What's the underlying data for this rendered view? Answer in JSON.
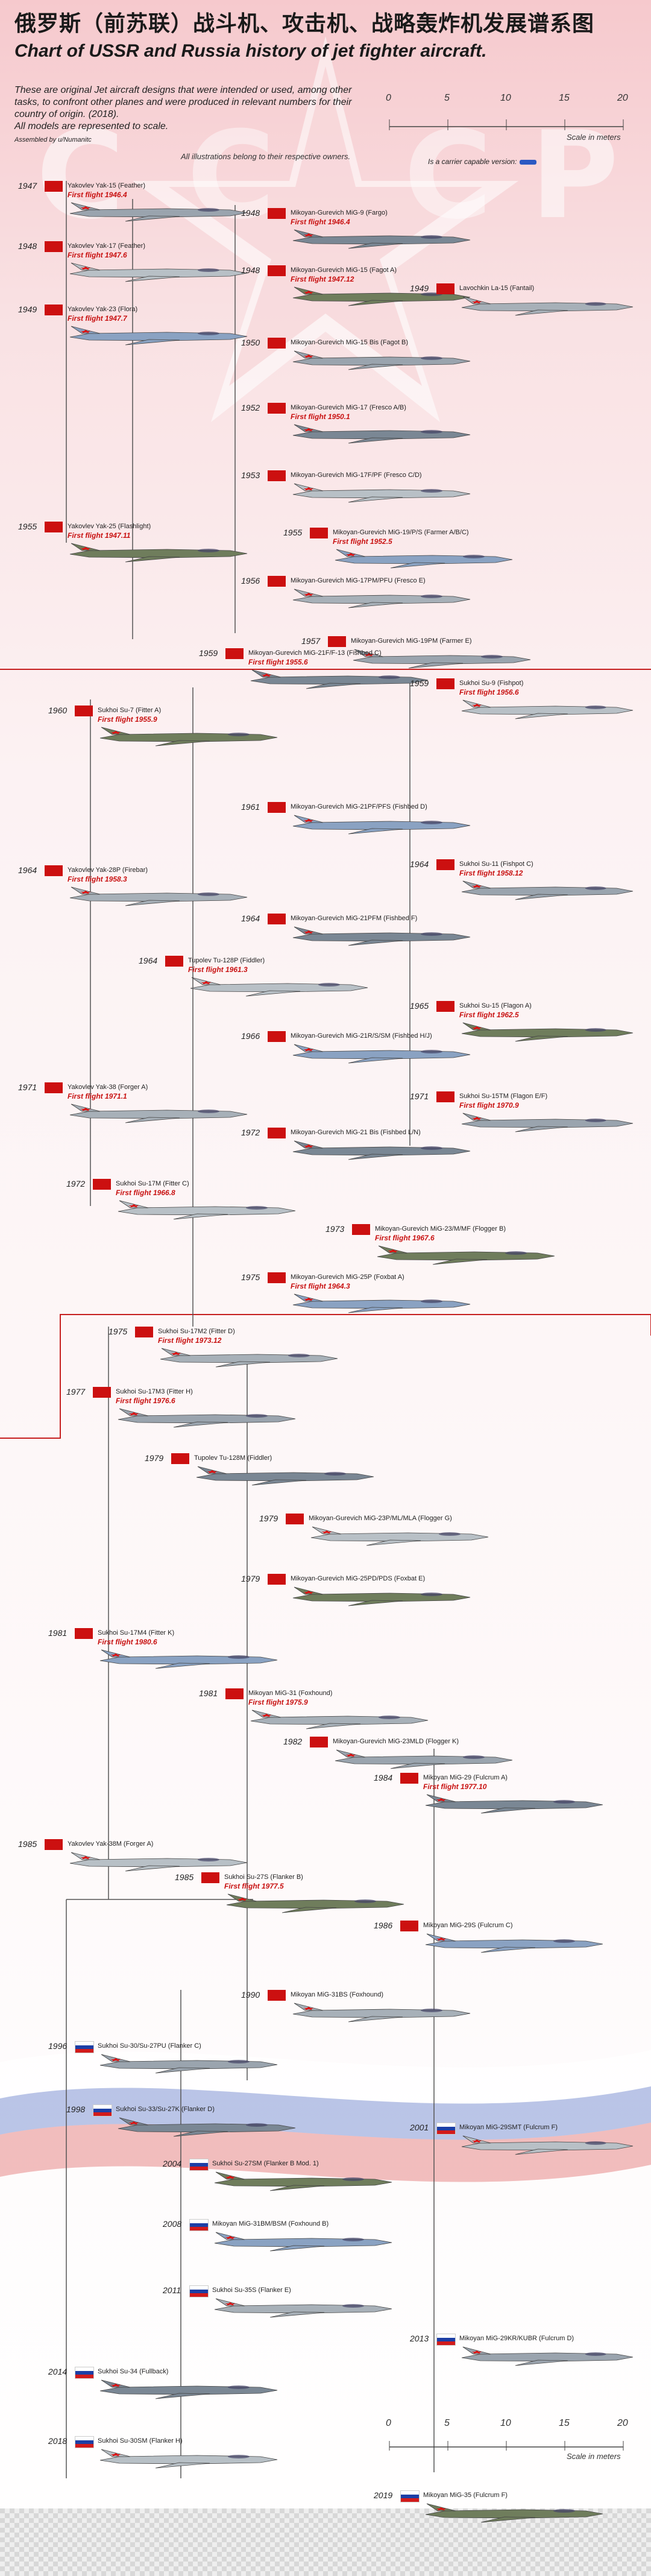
{
  "header": {
    "title_cn": "俄罗斯（前苏联）战斗机、攻击机、战略轰炸机发展谱系图",
    "title_en": "Chart of USSR and Russia history of jet fighter aircraft.",
    "intro": [
      "These are original Jet aircraft designs that were intended or used, among other",
      "tasks, to confront other planes and were produced in relevant numbers for their",
      "country of origin. (2018).",
      "All models are represented to scale."
    ],
    "assembled": "Assembled by u/Numanitc",
    "rights": "All illustrations belong to their respective owners.",
    "carrier_note": "Is a carrier capable version:"
  },
  "scale": {
    "ticks": [
      "0",
      "5",
      "10",
      "15",
      "20"
    ],
    "label": "Scale in meters"
  },
  "entries": [
    {
      "year": "1947",
      "name": "Yakovlev Yak-15 (Feather)",
      "ff": "First flight 1946.4"
    },
    {
      "year": "1948",
      "name": "Mikoyan-Gurevich MiG-9 (Fargo)",
      "ff": "First flight 1946.4"
    },
    {
      "year": "1948",
      "name": "Yakovlev Yak-17 (Feather)",
      "ff": "First flight 1947.6"
    },
    {
      "year": "1948",
      "name": "Mikoyan-Gurevich MiG-15 (Fagot A)",
      "ff": "First flight 1947.12"
    },
    {
      "year": "1949",
      "name": "Yakovlev Yak-23 (Flora)",
      "ff": "First flight 1947.7"
    },
    {
      "year": "1949",
      "name": "Lavochkin La-15 (Fantail)",
      "ff": ""
    },
    {
      "year": "1950",
      "name": "Mikoyan-Gurevich MiG-15 Bis (Fagot B)",
      "ff": ""
    },
    {
      "year": "1952",
      "name": "Mikoyan-Gurevich MiG-17 (Fresco A/B)",
      "ff": "First flight 1950.1"
    },
    {
      "year": "1953",
      "name": "Mikoyan-Gurevich MiG-17F/PF (Fresco C/D)",
      "ff": ""
    },
    {
      "year": "1955",
      "name": "Yakovlev Yak-25 (Flashlight)",
      "ff": "First flight 1947.11"
    },
    {
      "year": "1955",
      "name": "Mikoyan-Gurevich MiG-19/P/S (Farmer A/B/C)",
      "ff": "First flight 1952.5"
    },
    {
      "year": "1956",
      "name": "Mikoyan-Gurevich MiG-17PM/PFU (Fresco E)",
      "ff": ""
    },
    {
      "year": "1957",
      "name": "Mikoyan-Gurevich MiG-19PM (Farmer E)",
      "ff": ""
    },
    {
      "year": "1959",
      "name": "Mikoyan-Gurevich MiG-21F/F-13 (Fishbed C)",
      "ff": "First flight 1955.6"
    },
    {
      "year": "1959",
      "name": "Sukhoi Su-9 (Fishpot)",
      "ff": "First flight 1956.6"
    },
    {
      "year": "1960",
      "name": "Sukhoi Su-7 (Fitter A)",
      "ff": "First flight 1955.9"
    },
    {
      "year": "1961",
      "name": "Mikoyan-Gurevich MiG-21PF/PFS (Fishbed D)",
      "ff": ""
    },
    {
      "year": "1964",
      "name": "Yakovlev Yak-28P (Firebar)",
      "ff": "First flight 1958.3"
    },
    {
      "year": "1964",
      "name": "Sukhoi Su-11 (Fishpot C)",
      "ff": "First flight 1958.12"
    },
    {
      "year": "1964",
      "name": "Mikoyan-Gurevich MiG-21PFM (Fishbed F)",
      "ff": ""
    },
    {
      "year": "1964",
      "name": "Tupolev Tu-128P (Fiddler)",
      "ff": "First flight 1961.3"
    },
    {
      "year": "1965",
      "name": "Sukhoi Su-15 (Flagon A)",
      "ff": "First flight 1962.5"
    },
    {
      "year": "1966",
      "name": "Mikoyan-Gurevich MiG-21R/S/SM (Fishbed H/J)",
      "ff": ""
    },
    {
      "year": "1971",
      "name": "Yakovlev Yak-38 (Forger A)",
      "ff": "First flight 1971.1"
    },
    {
      "year": "1971",
      "name": "Sukhoi Su-15TM (Flagon E/F)",
      "ff": "First flight 1970.9"
    },
    {
      "year": "1972",
      "name": "Mikoyan-Gurevich MiG-21 Bis (Fishbed L/N)",
      "ff": ""
    },
    {
      "year": "1972",
      "name": "Sukhoi Su-17M (Fitter C)",
      "ff": "First flight 1966.8"
    },
    {
      "year": "1973",
      "name": "Mikoyan-Gurevich MiG-23/M/MF (Flogger B)",
      "ff": "First flight 1967.6"
    },
    {
      "year": "1975",
      "name": "Mikoyan-Gurevich MiG-25P (Foxbat A)",
      "ff": "First flight 1964.3"
    },
    {
      "year": "1975",
      "name": "Sukhoi Su-17M2 (Fitter D)",
      "ff": "First flight 1973.12"
    },
    {
      "year": "1977",
      "name": "Sukhoi Su-17M3 (Fitter H)",
      "ff": "First flight 1976.6"
    },
    {
      "year": "1979",
      "name": "Tupolev Tu-128M (Fiddler)",
      "ff": ""
    },
    {
      "year": "1979",
      "name": "Mikoyan-Gurevich MiG-23P/ML/MLA (Flogger G)",
      "ff": ""
    },
    {
      "year": "1979",
      "name": "Mikoyan-Gurevich MiG-25PD/PDS (Foxbat E)",
      "ff": ""
    },
    {
      "year": "1981",
      "name": "Sukhoi Su-17M4 (Fitter K)",
      "ff": "First flight 1980.6"
    },
    {
      "year": "1981",
      "name": "Mikoyan MiG-31 (Foxhound)",
      "ff": "First flight 1975.9"
    },
    {
      "year": "1982",
      "name": "Mikoyan-Gurevich MiG-23MLD (Flogger K)",
      "ff": ""
    },
    {
      "year": "1984",
      "name": "Mikoyan MiG-29 (Fulcrum A)",
      "ff": "First flight 1977.10"
    },
    {
      "year": "1985",
      "name": "Yakovlev Yak-38M (Forger A)",
      "ff": ""
    },
    {
      "year": "1985",
      "name": "Sukhoi Su-27S (Flanker B)",
      "ff": "First flight 1977.5"
    },
    {
      "year": "1986",
      "name": "Mikoyan MiG-29S (Fulcrum C)",
      "ff": ""
    },
    {
      "year": "1990",
      "name": "Mikoyan MiG-31BS (Foxhound)",
      "ff": ""
    },
    {
      "year": "1996",
      "name": "Sukhoi Su-30/Su-27PU (Flanker C)",
      "ff": ""
    },
    {
      "year": "1998",
      "name": "Sukhoi Su-33/Su-27K (Flanker D)",
      "ff": ""
    },
    {
      "year": "2001",
      "name": "Mikoyan MiG-29SMT (Fulcrum F)",
      "ff": ""
    },
    {
      "year": "2004",
      "name": "Sukhoi Su-27SM (Flanker B Mod. 1)",
      "ff": ""
    },
    {
      "year": "2008",
      "name": "Mikoyan MiG-31BM/BSM (Foxhound B)",
      "ff": ""
    },
    {
      "year": "2011",
      "name": "Sukhoi Su-35S (Flanker E)",
      "ff": ""
    },
    {
      "year": "2013",
      "name": "Mikoyan MiG-29KR/KUBR (Fulcrum D)",
      "ff": ""
    },
    {
      "year": "2014",
      "name": "Sukhoi Su-34 (Fullback)",
      "ff": ""
    },
    {
      "year": "2018",
      "name": "Sukhoi Su-30SM (Flanker H)",
      "ff": ""
    },
    {
      "year": "2019",
      "name": "Mikoyan MiG-35 (Fulcrum F)",
      "ff": ""
    }
  ],
  "colors": {
    "su_flag": "#cc1010",
    "era_line": "#c62020",
    "first_flight": "#c81010",
    "pink_bg": "#f7d6d8",
    "ru_white": "#ffffff",
    "ru_blue": "#1c3fa6",
    "ru_red": "#d21b1b"
  }
}
